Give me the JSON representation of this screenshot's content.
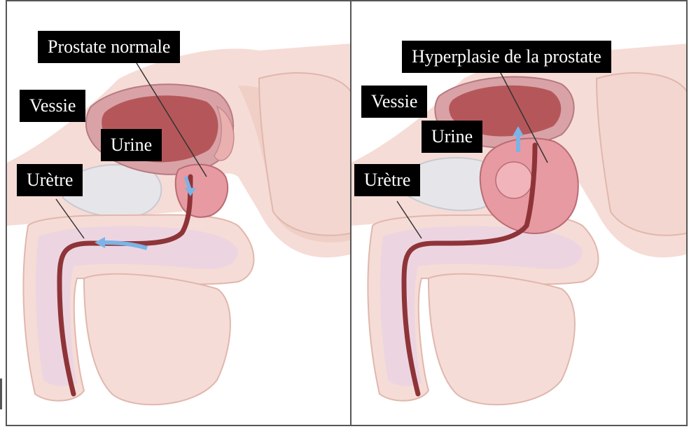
{
  "panels": {
    "left": {
      "labels": {
        "prostate": "Prostate normale",
        "bladder": "Vessie",
        "urine": "Urine",
        "urethra": "Urètre"
      }
    },
    "right": {
      "labels": {
        "prostate": "Hyperplasie de la prostate",
        "bladder": "Vessie",
        "urine": "Urine",
        "urethra": "Urètre"
      }
    }
  },
  "colors": {
    "skin": "#f6dcd6",
    "skin_dark": "#e9bfb6",
    "bladder_wall": "#d9a2a6",
    "bladder_lumen": "#b5575a",
    "prostate": "#e79aa2",
    "urethra": "#8e3438",
    "bone": "#e6e6ea",
    "spongy_tissue": "#e9d3e3",
    "arrow": "#7db3e6",
    "label_bg": "#000000",
    "label_text": "#ffffff"
  }
}
